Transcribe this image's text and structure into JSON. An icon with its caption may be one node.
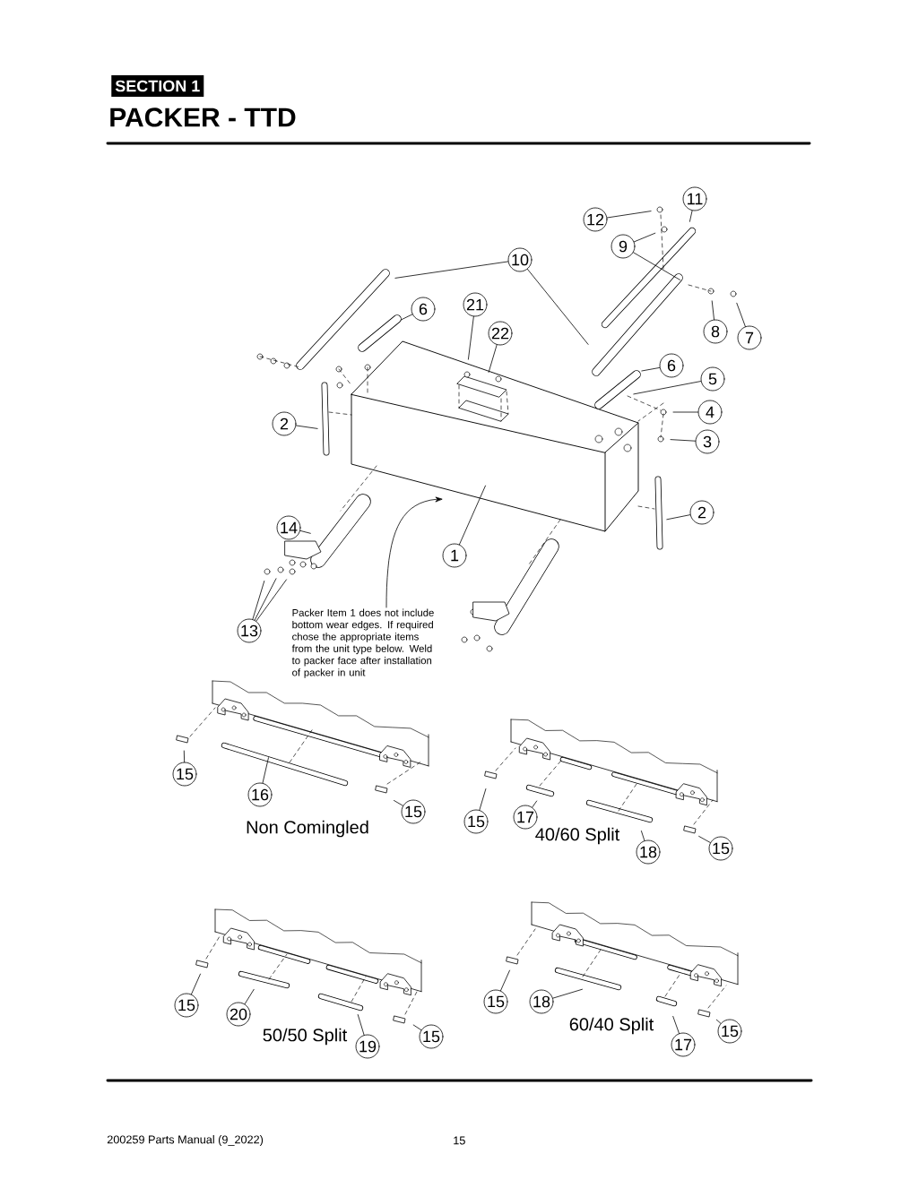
{
  "diagram": {
    "title": "PACKER - TTD",
    "nodes": [
      {
        "text": [
          "11"
        ]
      },
      {
        "text": [
          "12"
        ]
      },
      {
        "text": [
          "9"
        ]
      },
      {
        "text": [
          "10"
        ]
      },
      {
        "text": [
          "6"
        ]
      },
      {
        "text": [
          "21"
        ]
      },
      {
        "text": [
          "22"
        ]
      },
      {
        "text": [
          "8"
        ]
      },
      {
        "text": [
          "7"
        ]
      },
      {
        "text": [
          "6"
        ]
      },
      {
        "text": [
          "5"
        ]
      },
      {
        "text": [
          "4"
        ]
      },
      {
        "text": [
          "2"
        ]
      },
      {
        "text": [
          "3"
        ]
      },
      {
        "text": [
          "2"
        ]
      },
      {
        "text": [
          "14"
        ]
      },
      {
        "text": [
          "1"
        ]
      },
      {
        "text": [
          "13"
        ]
      },
      {
        "text": [
          "Packer Item 1 does not include bottom wear edges. If required chose the appropriate items from the unit type below. Weld to packer face after installation of packer in unit"
        ]
      },
      {
        "text": [
          "15"
        ]
      },
      {
        "text": [
          "16"
        ]
      },
      {
        "text": [
          "15"
        ]
      },
      {
        "text": [
          "15"
        ]
      },
      {
        "text": [
          "17"
        ]
      },
      {
        "text": [
          "18"
        ]
      },
      {
        "text": [
          "15"
        ]
      },
      {
        "text": [
          "15"
        ]
      },
      {
        "text": [
          "20"
        ]
      },
      {
        "text": [
          "19"
        ]
      },
      {
        "text": [
          "15"
        ]
      },
      {
        "text": [
          "15"
        ]
      },
      {
        "text": [
          "18"
        ]
      },
      {
        "text": [
          "17"
        ]
      },
      {
        "text": [
          "15"
        ]
      }
    ],
    "edges": [
      {
        "from": 0,
        "to": null,
        "arrow": "none"
      },
      {
        "from": 1,
        "to": null,
        "arrow": "none"
      },
      {
        "from": 2,
        "to": null,
        "arrow": "none"
      },
      {
        "from": 2,
        "to": null,
        "arrow": "none"
      },
      {
        "from": 3,
        "to": null,
        "arrow": "none"
      },
      {
        "from": 3,
        "to": null,
        "arrow": "none"
      },
      {
        "from": 4,
        "to": null,
        "arrow": "none"
      },
      {
        "from": 5,
        "to": null,
        "arrow": "none"
      },
      {
        "from": 6,
        "to": null,
        "arrow": "none"
      },
      {
        "from": 7,
        "to": null,
        "arrow": "none"
      },
      {
        "from": 8,
        "to": null,
        "arrow": "none"
      },
      {
        "from": 9,
        "to": null,
        "arrow": "none"
      },
      {
        "from": 10,
        "to": null,
        "arrow": "none"
      },
      {
        "from": 11,
        "to": null,
        "arrow": "none"
      },
      {
        "from": 12,
        "to": null,
        "arrow": "none"
      },
      {
        "from": 13,
        "to": null,
        "arrow": "none"
      },
      {
        "from": 14,
        "to": null,
        "arrow": "none"
      },
      {
        "from": 15,
        "to": null,
        "arrow": "none"
      },
      {
        "from": 16,
        "to": null,
        "arrow": "none"
      },
      {
        "from": 17,
        "to": null,
        "arrow": "none"
      },
      {
        "from": 17,
        "to": null,
        "arrow": "none"
      },
      {
        "from": 17,
        "to": null,
        "arrow": "none"
      },
      {
        "from": 18,
        "to": null,
        "arrow": "to"
      },
      {
        "from": 19,
        "to": null,
        "arrow": "none"
      },
      {
        "from": 20,
        "to": null,
        "arrow": "none"
      },
      {
        "from": 21,
        "to": null,
        "arrow": "none"
      },
      {
        "from": 22,
        "to": null,
        "arrow": "none"
      },
      {
        "from": 23,
        "to": null,
        "arrow": "none"
      },
      {
        "from": 24,
        "to": null,
        "arrow": "none"
      },
      {
        "from": 25,
        "to": null,
        "arrow": "none"
      },
      {
        "from": 26,
        "to": null,
        "arrow": "none"
      },
      {
        "from": 27,
        "to": null,
        "arrow": "none"
      },
      {
        "from": 28,
        "to": null,
        "arrow": "none"
      },
      {
        "from": 29,
        "to": null,
        "arrow": "none"
      },
      {
        "from": 30,
        "to": null,
        "arrow": "none"
      },
      {
        "from": 31,
        "to": null,
        "arrow": "none"
      },
      {
        "from": 32,
        "to": null,
        "arrow": "none"
      },
      {
        "from": 33,
        "to": null,
        "arrow": "none"
      }
    ],
    "labels": [
      "SECTION 1",
      "Non Comingled",
      "40/60 Split",
      "50/50 Split",
      "60/40 Split",
      "200259 Parts Manual (9_2022)",
      "15"
    ]
  }
}
